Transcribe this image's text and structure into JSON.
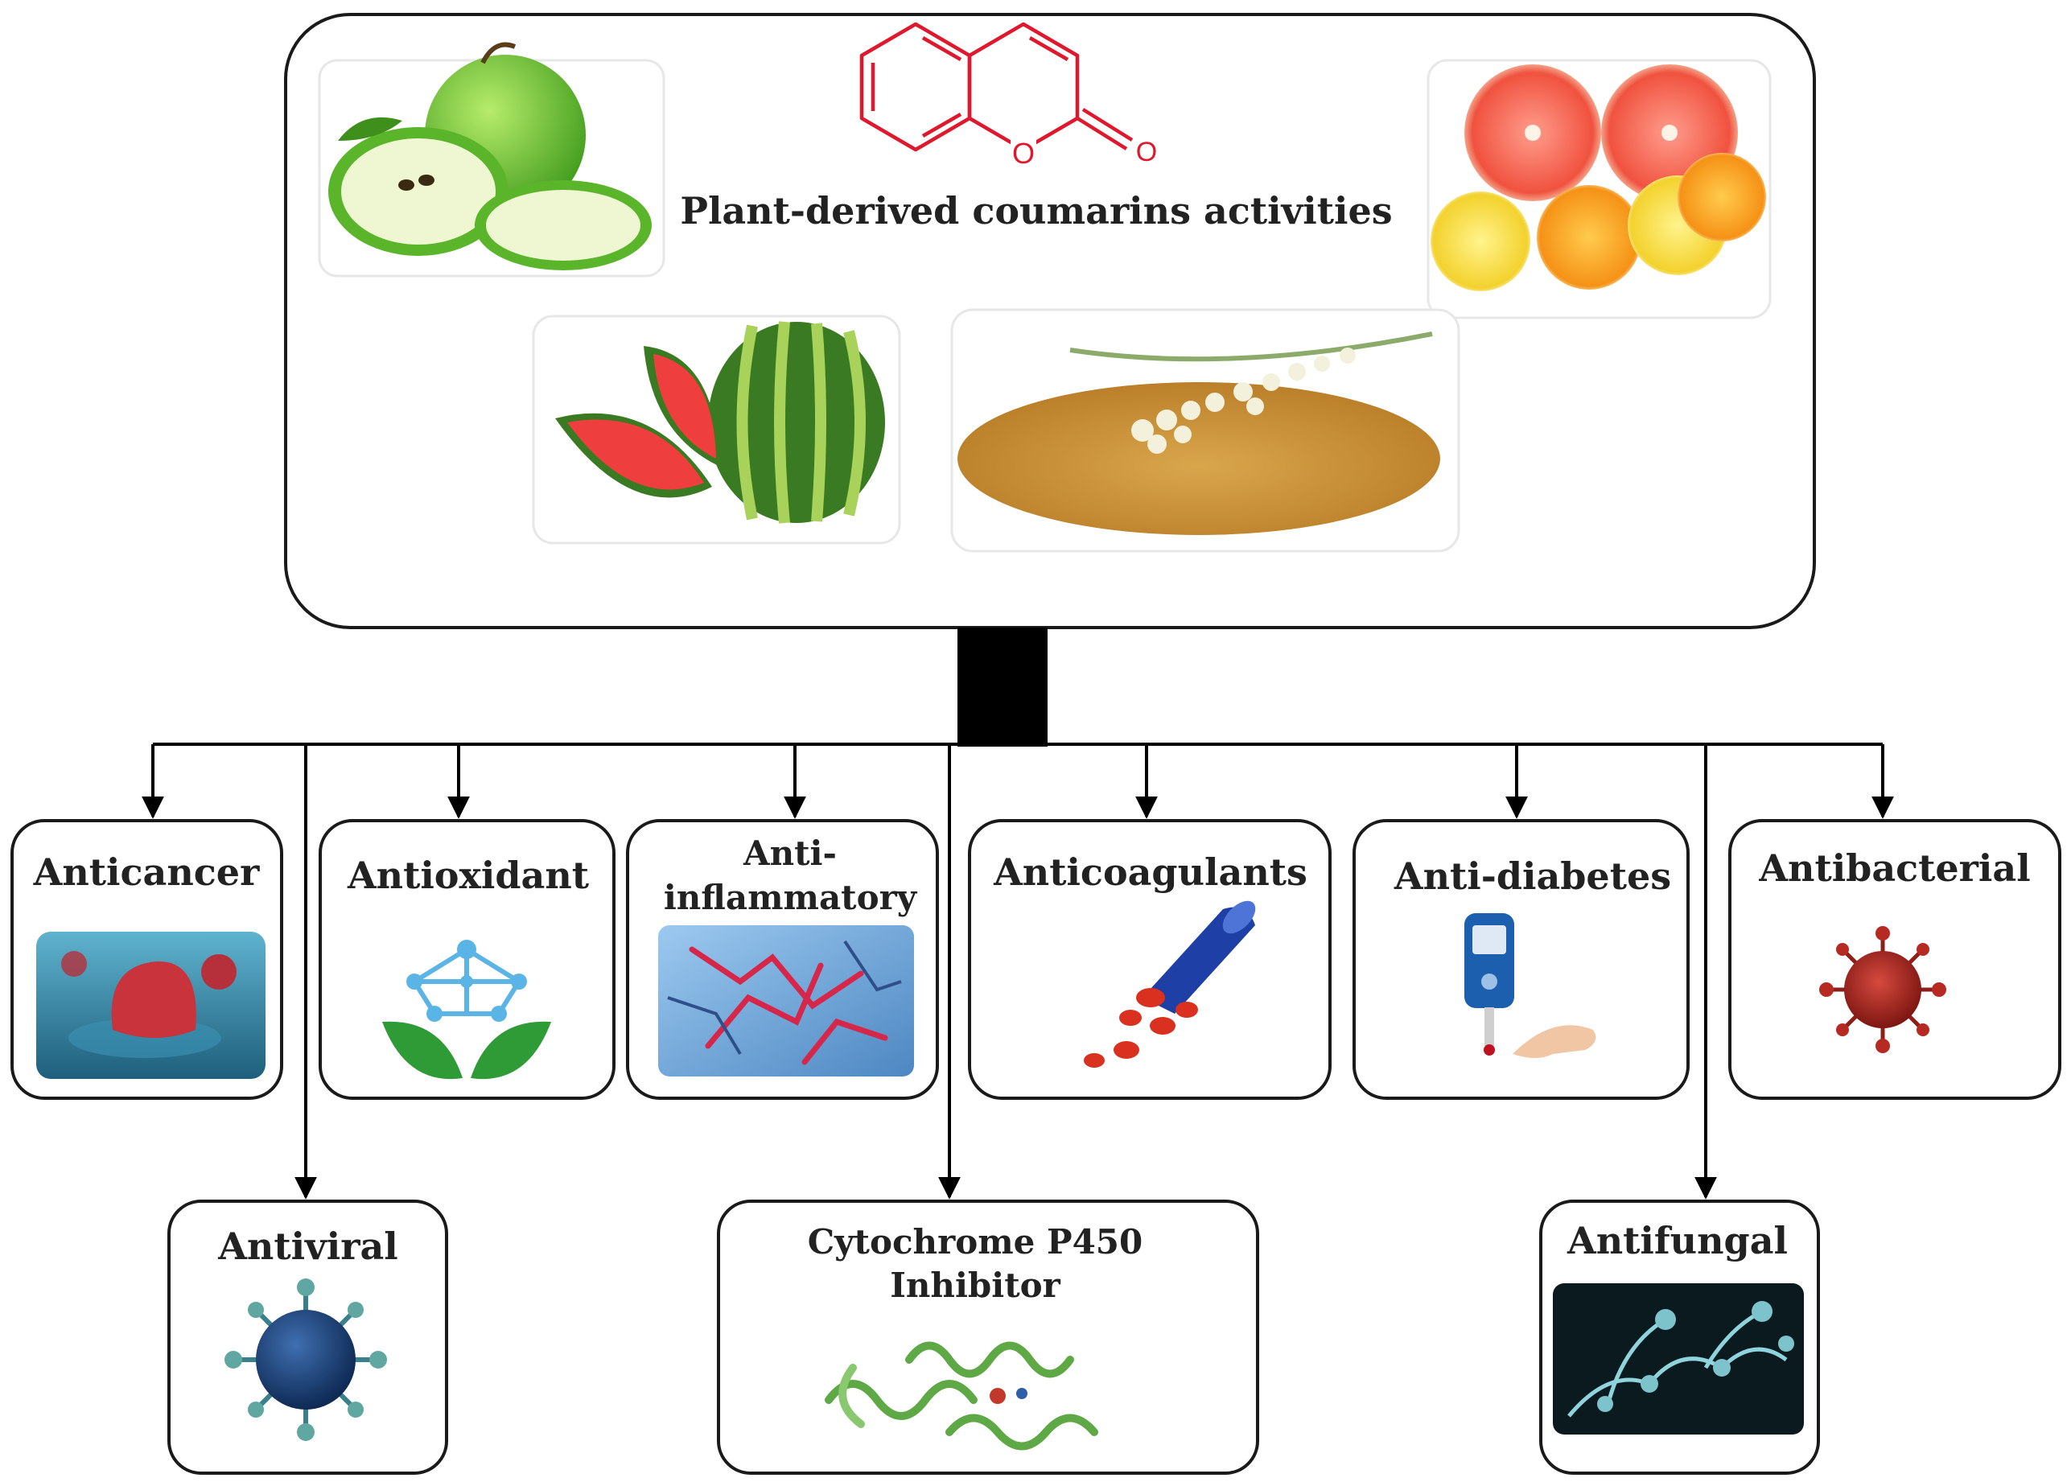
{
  "title": "Plant-derived coumarins activities",
  "activities": [
    {
      "id": "anticancer",
      "lines": [
        "Anticancer"
      ],
      "icon": "cancer-cell-icon"
    },
    {
      "id": "antioxidant",
      "lines": [
        "Antioxidant"
      ],
      "icon": "antioxidant-molecule-leaves-icon"
    },
    {
      "id": "anti-inflammatory",
      "lines": [
        "Anti-",
        "inflammatory"
      ],
      "icon": "inflamed-tissue-icon"
    },
    {
      "id": "anticoagulants",
      "lines": [
        "Anticoagulants"
      ],
      "icon": "blood-vessel-cells-icon"
    },
    {
      "id": "anti-diabetes",
      "lines": [
        "Anti-diabetes"
      ],
      "icon": "glucose-meter-icon"
    },
    {
      "id": "antibacterial",
      "lines": [
        "Antibacterial"
      ],
      "icon": "bacterium-icon"
    },
    {
      "id": "antiviral",
      "lines": [
        "Antiviral"
      ],
      "icon": "virus-icon"
    },
    {
      "id": "cyp450",
      "lines": [
        "Cytochrome P450",
        "Inhibitor"
      ],
      "icon": "protein-structure-icon"
    },
    {
      "id": "antifungal",
      "lines": [
        "Antifungal"
      ],
      "icon": "fungal-hyphae-icon"
    }
  ],
  "source_images": [
    "green-apple-image",
    "citrus-fruits-image",
    "watermelon-image",
    "sweet-clover-seeds-image"
  ],
  "colors": {
    "structure": "#e0182d",
    "outline": "#1a1a1a",
    "connector": "#000000"
  }
}
